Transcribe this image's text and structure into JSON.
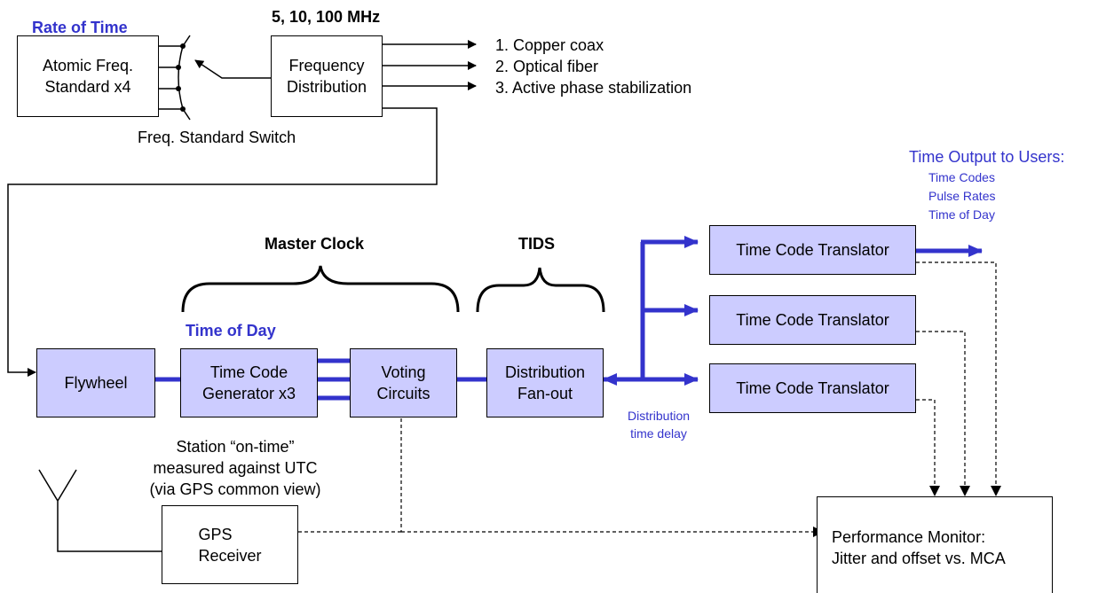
{
  "colors": {
    "accent": "#3333cc",
    "box_fill": "#ccccff",
    "line": "#000000"
  },
  "headings": {
    "rate_of_time": "Rate of Time",
    "frequencies": "5, 10, 100 MHz",
    "master_clock": "Master Clock",
    "tids": "TIDS",
    "time_of_day": "Time of Day"
  },
  "boxes": {
    "atomic_standard": "Atomic Freq.\nStandard x4",
    "frequency_distribution": "Frequency\nDistribution",
    "flywheel": "Flywheel",
    "time_code_generator": "Time Code\nGenerator x3",
    "voting_circuits": "Voting\nCircuits",
    "distribution_fanout": "Distribution\nFan-out",
    "translator_1": "Time Code Translator",
    "translator_2": "Time Code Translator",
    "translator_3": "Time Code Translator",
    "gps_receiver": "GPS\nReceiver",
    "performance_monitor": "Performance Monitor:\nJitter and offset vs. MCA"
  },
  "labels": {
    "switch": "Freq. Standard Switch",
    "distribution_methods": [
      "1. Copper coax",
      "2. Optical fiber",
      "3. Active phase stabilization"
    ],
    "time_output_title": "Time Output to Users:",
    "time_output_items": [
      "Time Codes",
      "Pulse Rates",
      "Time of Day"
    ],
    "distribution_delay": "Distribution\ntime delay",
    "station_on_time": "Station “on-time”\nmeasured against UTC\n(via GPS common view)"
  }
}
